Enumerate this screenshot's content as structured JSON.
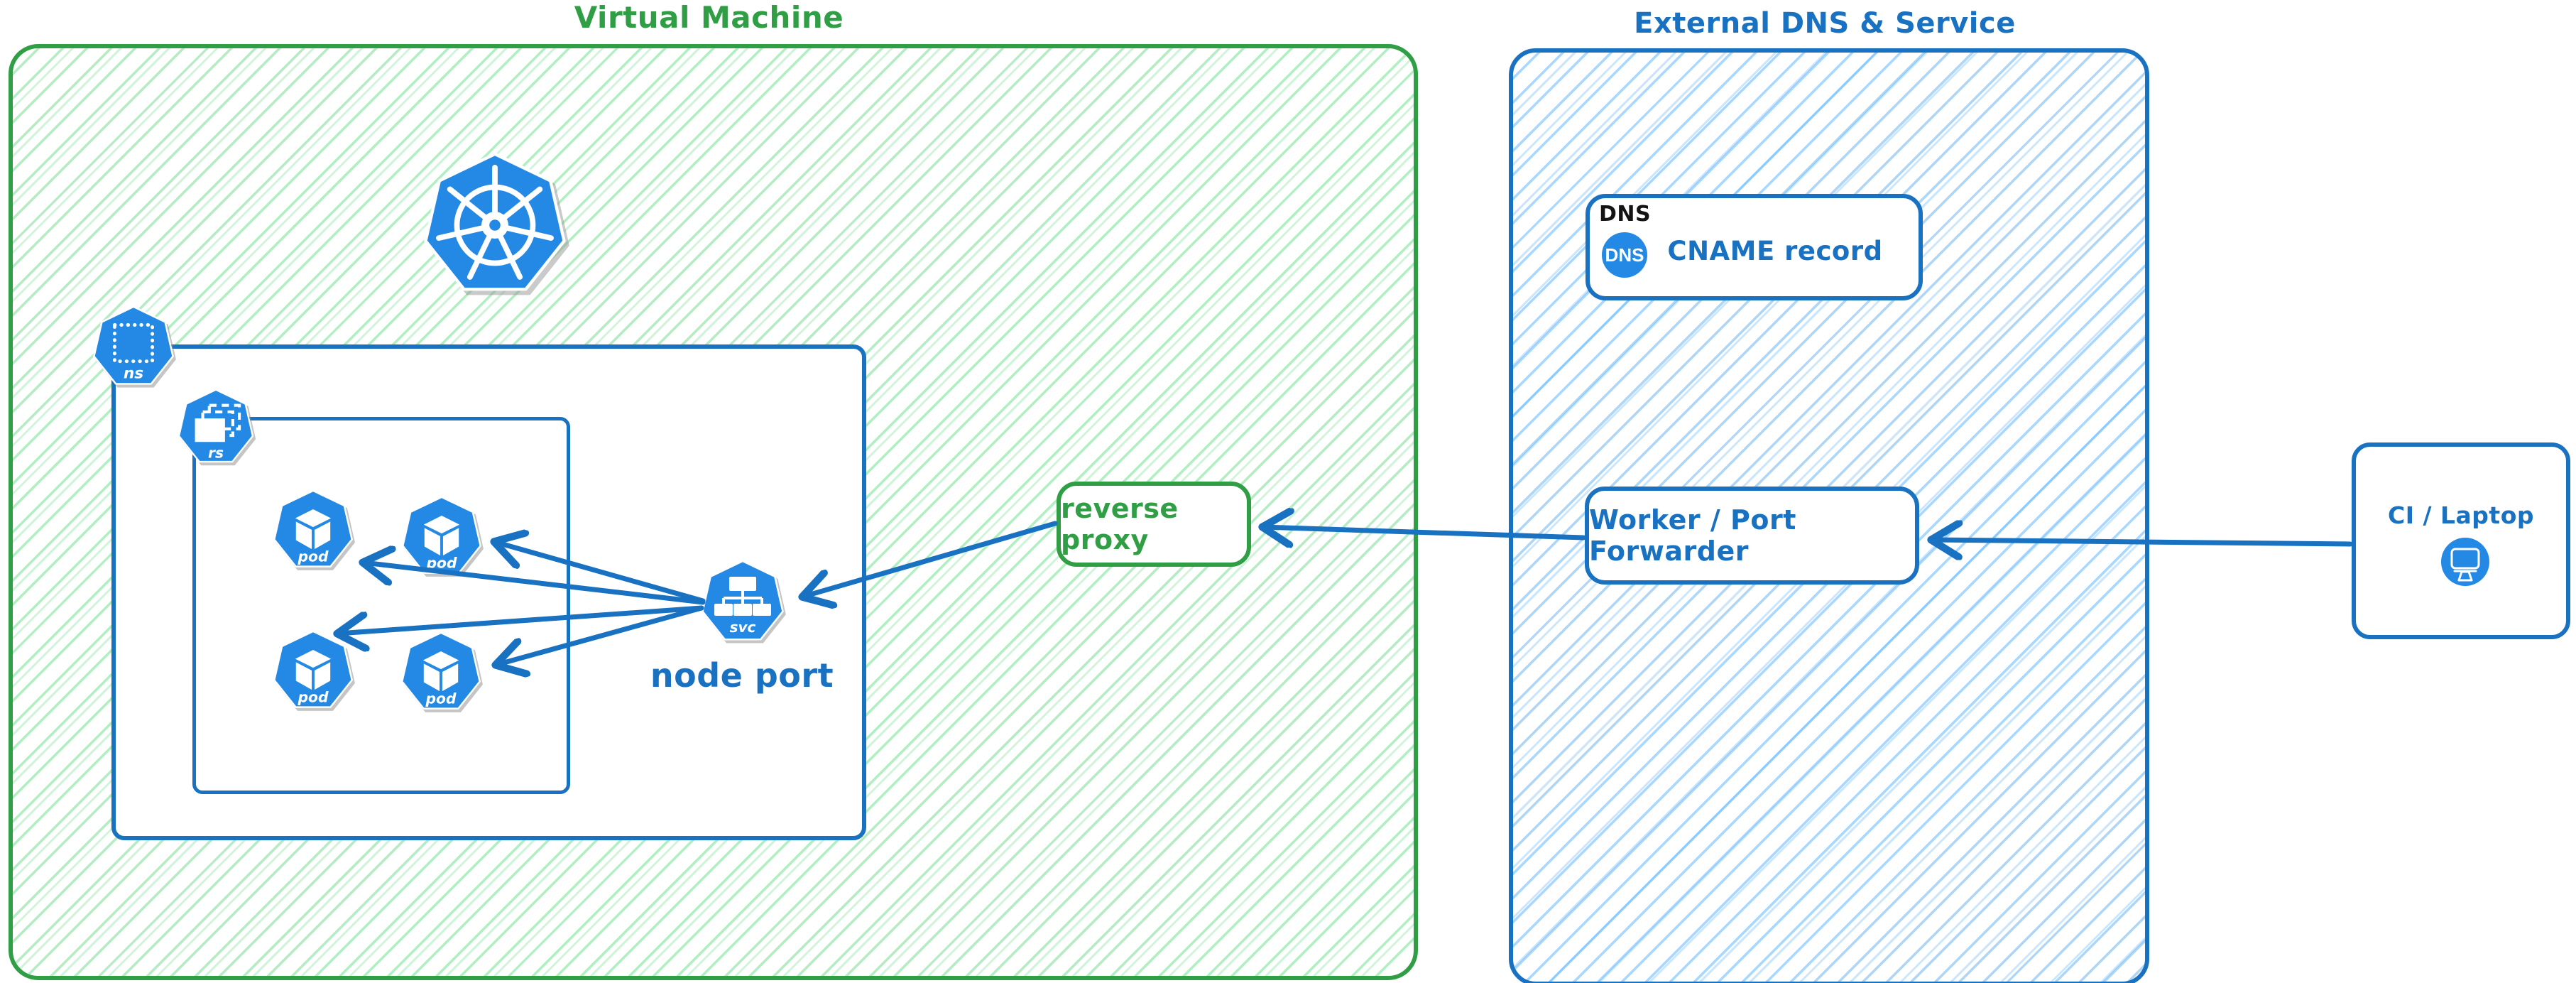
{
  "colors": {
    "group_green": "#2f9e44",
    "green_hatch": "#57d97a",
    "primary_blue": "#1971c2",
    "blue_hatch": "#4dabf7",
    "kubernetes_blue": "#2389e4",
    "text_black": "#141414",
    "background": "#ffffff"
  },
  "vm": {
    "title": "Virtual Machine",
    "kubernetes_logo": "kubernetes",
    "namespace_badge": "ns",
    "replicaset_badge": "rs",
    "pods": [
      {
        "label": "pod"
      },
      {
        "label": "pod"
      },
      {
        "label": "pod"
      },
      {
        "label": "pod"
      }
    ],
    "service": {
      "badge": "svc",
      "caption": "node port"
    }
  },
  "reverse_proxy": {
    "label": "reverse proxy"
  },
  "external": {
    "title": "External DNS & Service",
    "dns": {
      "tag": "DNS",
      "badge": "DNS",
      "record": "CNAME record"
    },
    "worker": {
      "label": "Worker / Port Forwarder"
    }
  },
  "client": {
    "label": "CI / Laptop"
  },
  "connections": [
    {
      "from": "node-port-service",
      "to": "pod-1"
    },
    {
      "from": "node-port-service",
      "to": "pod-2"
    },
    {
      "from": "node-port-service",
      "to": "pod-3"
    },
    {
      "from": "node-port-service",
      "to": "pod-4"
    },
    {
      "from": "reverse-proxy",
      "to": "node-port-service"
    },
    {
      "from": "worker-port-forwarder",
      "to": "reverse-proxy"
    },
    {
      "from": "ci-laptop",
      "to": "worker-port-forwarder"
    }
  ]
}
